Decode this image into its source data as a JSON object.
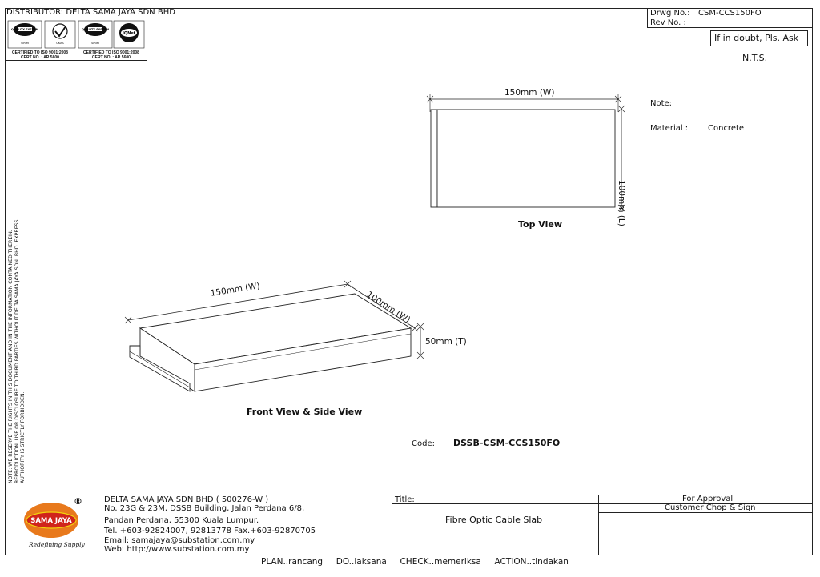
{
  "header": {
    "distributor": "DISTRIBUTOR: DELTA SAMA JAYA SDN BHD",
    "drwg_label": "Drwg No.:",
    "drwg_value": "CSM-CCS150FO",
    "rev_label": "Rev No. :",
    "rev_value": "",
    "doubt_note": "If in doubt, Pls. Ask",
    "scale": "N.T.S."
  },
  "certifications": {
    "badge1": "QUALITY SYSTEM",
    "badge2": "QUALITY SYSTEM",
    "sirim1": "SIRIM",
    "sirim2": "SIRIM",
    "ukas": "UKAS",
    "iqnet": "IQNet",
    "cert1_line1": "CERTIFIED TO ISO 9001:2008",
    "cert1_line2": "CERT NO. : AR 5600",
    "cert2_line1": "CERTIFIED TO ISO 9001:2008",
    "cert2_line2": "CERT NO. : AR 5600"
  },
  "side_note": "NOTE: WE RESERVE THE RIGHTS IN THIS DOCUMENT AND IN THE INFORMATION CONTAINED THEREIN. REPRODUCTION, USE OR DISCLOSURE TO THIRD PARTIES WITHOUT DELTA SAMA JAYA SDN. BHD. EXPRESS AUTHORITY IS STRICTLY FORBIDDEN.",
  "notes": {
    "note_label": "Note:",
    "material_label": "Material :",
    "material_value": "Concrete"
  },
  "top_view": {
    "width_dim": "150mm (W)",
    "length_dim": "100mm (L)",
    "caption": "Top View"
  },
  "front_view": {
    "width_dim": "150mm (W)",
    "depth_dim": "100mm (W)",
    "thickness_dim": "50mm (T)",
    "caption": "Front View & Side View"
  },
  "code": {
    "label": "Code:",
    "value": "DSSB-CSM-CCS150FO"
  },
  "company": {
    "logo_text": "SAMA JAYA",
    "registered": "®",
    "tagline": "Redefining Supply",
    "name": "DELTA SAMA JAYA SDN BHD ( 500276-W )",
    "address1": "No. 23G & 23M, DSSB Building, Jalan Perdana 6/8,",
    "address2": "Pandan Perdana, 55300 Kuala Lumpur.",
    "tel": "Tel. +603-92824007, 92813778  Fax.+603-92870705",
    "email": "Email: samajaya@substation.com.my",
    "web": "Web: http://www.substation.com.my"
  },
  "title_block": {
    "label": "Title:",
    "value": "Fibre Optic Cable Slab"
  },
  "approval": {
    "for_approval": "For Approval",
    "chop_sign": "Customer Chop & Sign"
  },
  "footer": "PLAN..rancang     DO..laksana     CHECK..memeriksa     ACTION..tindakan",
  "colors": {
    "logo_orange": "#e8791c",
    "logo_red": "#d0241b",
    "logo_yellow": "#f2d20c",
    "line": "#222222"
  }
}
